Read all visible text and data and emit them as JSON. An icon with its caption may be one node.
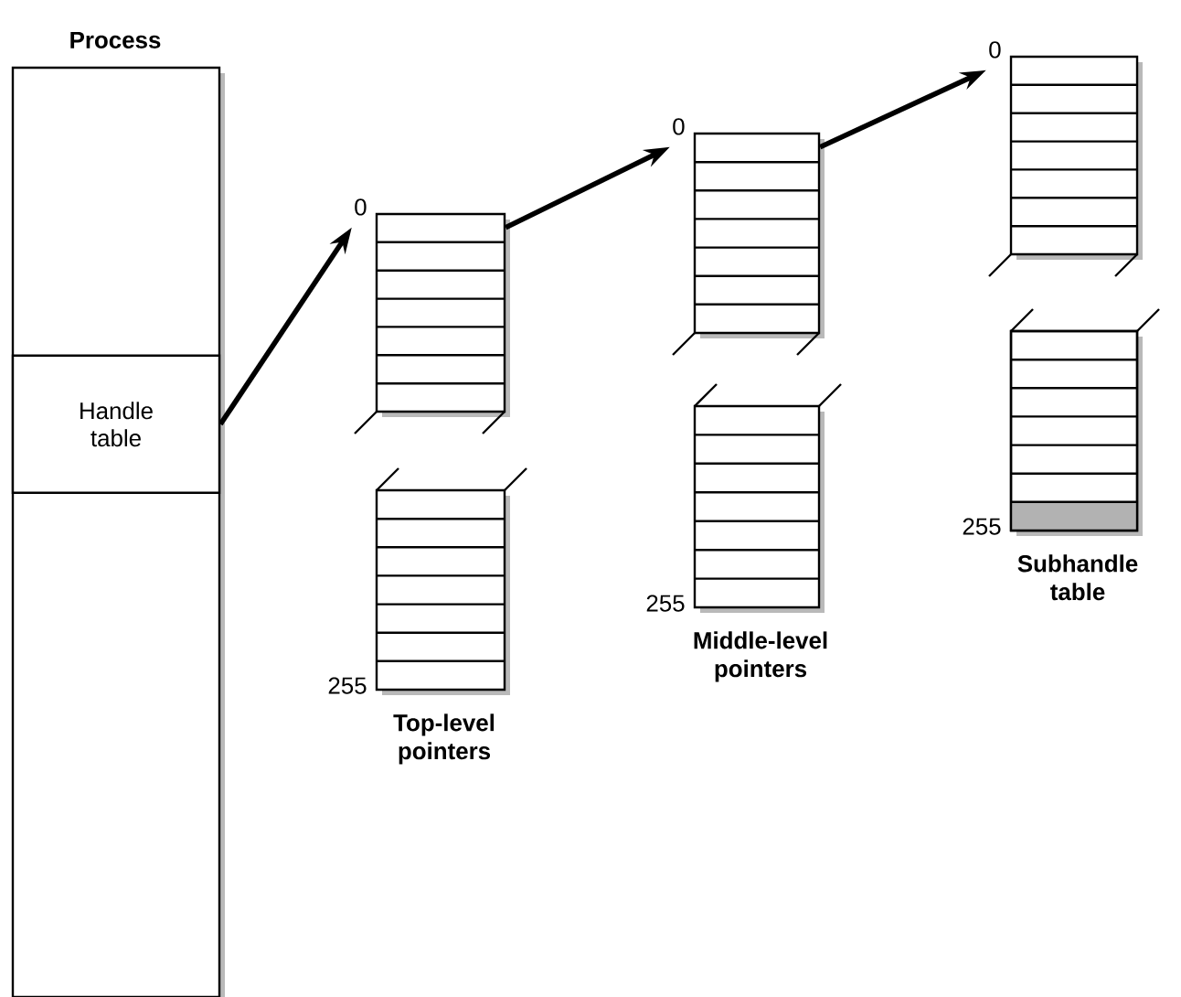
{
  "diagram": {
    "nodes": [
      {
        "text": [
          "Process"
        ]
      },
      {
        "text": [
          "Handle table"
        ],
        "in": 0
      },
      {
        "text": [],
        "shape": "box",
        "beside": [
          "0"
        ]
      },
      {
        "text": [],
        "shape": "box",
        "beside": [
          "255",
          "Top-level pointers"
        ]
      },
      {
        "text": [],
        "shape": "box",
        "beside": [
          "0"
        ]
      },
      {
        "text": [],
        "shape": "box",
        "beside": [
          "255",
          "Middle-level pointers"
        ]
      },
      {
        "text": [],
        "shape": "box",
        "beside": [
          "0"
        ]
      },
      {
        "text": [],
        "shape": "box",
        "beside": [
          "255",
          "Subhandle table"
        ]
      }
    ],
    "edges": [
      {
        "from": 1,
        "to": 2,
        "arrow": "to"
      },
      {
        "from": 2,
        "to": 4,
        "arrow": "to"
      },
      {
        "from": 4,
        "to": 6,
        "arrow": "to"
      }
    ]
  }
}
